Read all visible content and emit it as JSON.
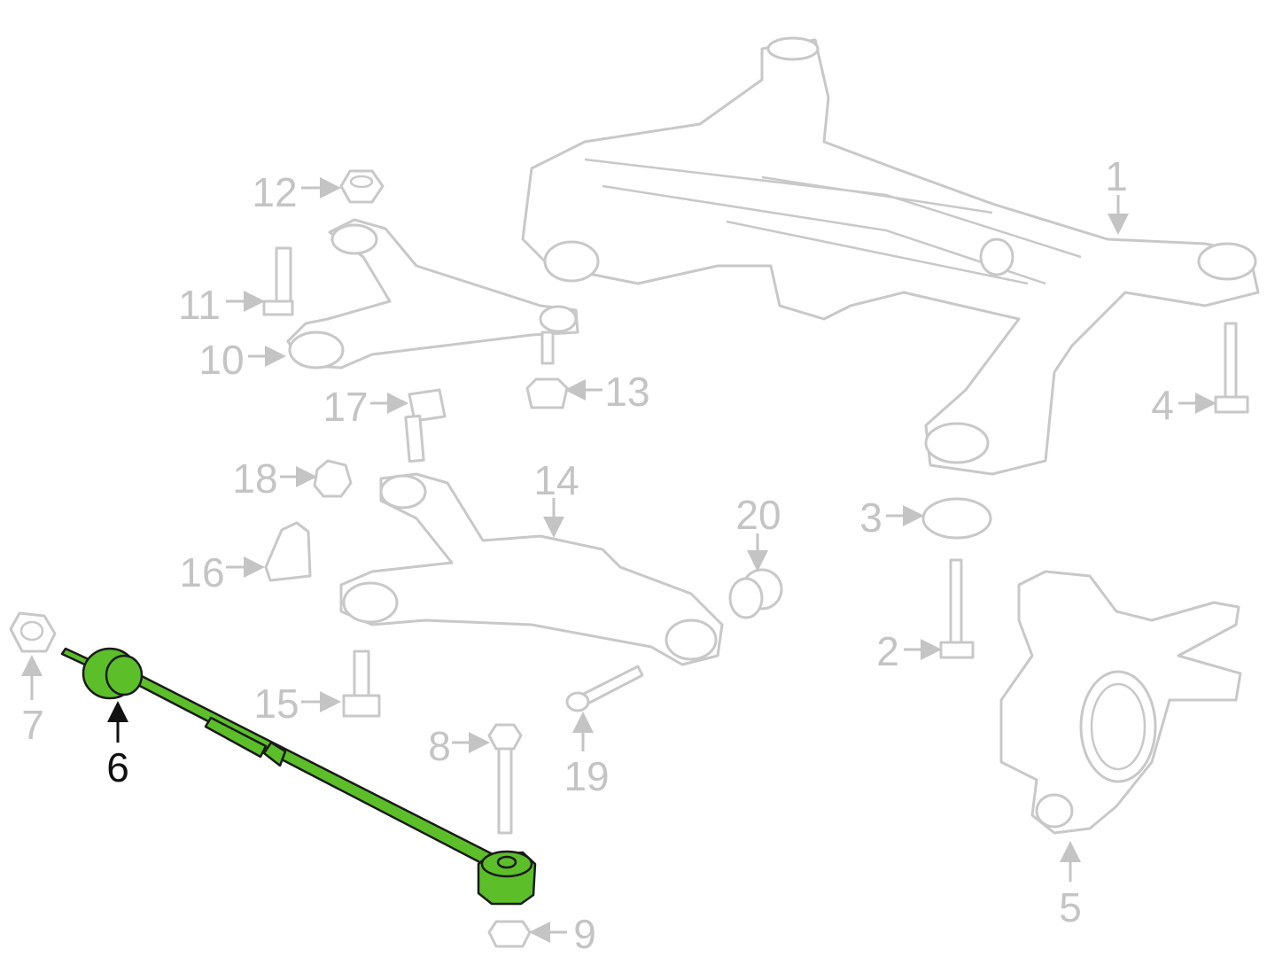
{
  "diagram": {
    "highlight_color": "#5cbf2a",
    "selected_part": "6",
    "callouts": {
      "p1": "1",
      "p2": "2",
      "p3": "3",
      "p4": "4",
      "p5": "5",
      "p6": "6",
      "p7": "7",
      "p8": "8",
      "p9": "9",
      "p10": "10",
      "p11": "11",
      "p12": "12",
      "p13": "13",
      "p14": "14",
      "p15": "15",
      "p16": "16",
      "p17": "17",
      "p18": "18",
      "p19": "19",
      "p20": "20"
    }
  }
}
